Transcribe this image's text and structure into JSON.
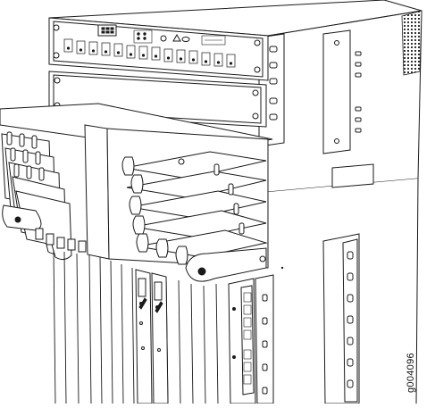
{
  "figure": {
    "id": "g004096"
  },
  "colors": {
    "line": "#1a1a1a",
    "panel": "#ffffff",
    "shade": "#d9d9d9",
    "dark": "#3a3a3a"
  },
  "icons": [
    "rack-chassis",
    "craft-interface-panel",
    "cable-management-comb",
    "fpc-card",
    "status-led",
    "captive-screw"
  ]
}
